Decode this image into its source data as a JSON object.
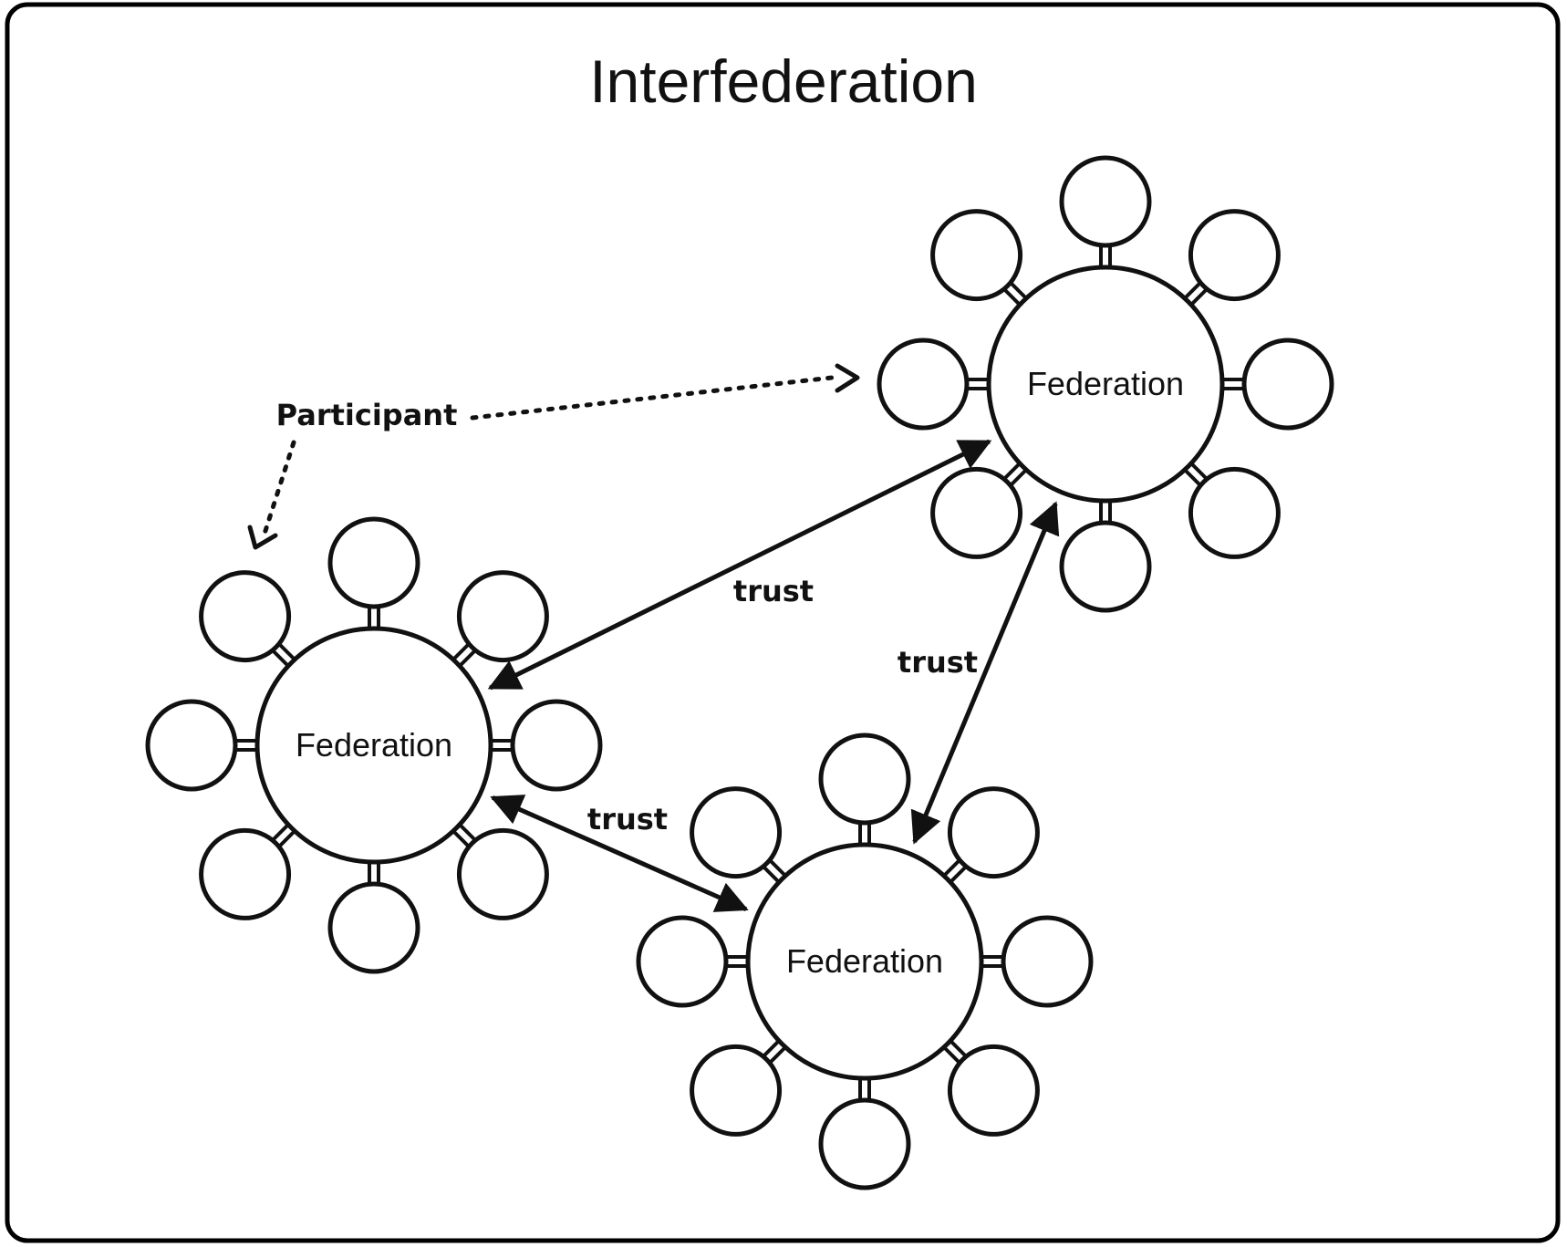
{
  "title": "Interfederation",
  "federations": [
    {
      "label": "Federation"
    },
    {
      "label": "Federation"
    },
    {
      "label": "Federation"
    }
  ],
  "trust_links": [
    {
      "label": "trust"
    },
    {
      "label": "trust"
    },
    {
      "label": "trust"
    }
  ],
  "participant": {
    "label": "Participant"
  },
  "colors": {
    "stroke": "#111111",
    "background": "#ffffff"
  }
}
